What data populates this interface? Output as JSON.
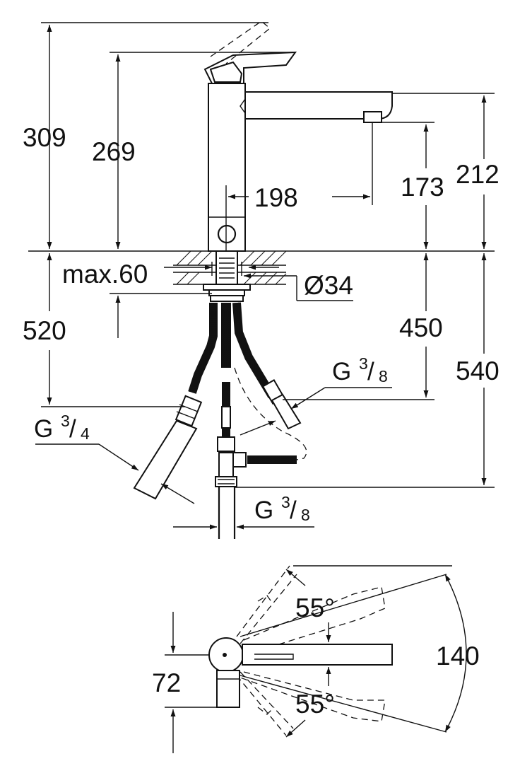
{
  "side_view": {
    "dim_total_height_lever_open": "309",
    "dim_height_lever_closed": "269",
    "dim_spout_reach": "198",
    "dim_spout_outlet_height": "173",
    "dim_spout_top_height": "212",
    "dim_max_deck_thickness": "max.60",
    "dim_hole_diameter": "Ø34",
    "dim_hose_length_left": "520",
    "dim_hose_length_right": "450",
    "dim_overall_below_deck": "540",
    "connection_left": {
      "prefix": "G",
      "num": "3",
      "den": "4"
    },
    "connection_right": {
      "prefix": "G",
      "num": "3",
      "den": "8"
    },
    "connection_bottom": {
      "prefix": "G",
      "num": "3",
      "den": "8"
    }
  },
  "top_view": {
    "angle_upper": "55°",
    "angle_lower": "55°",
    "dim_swivel_arc": "140",
    "dim_lever_offset": "72"
  }
}
